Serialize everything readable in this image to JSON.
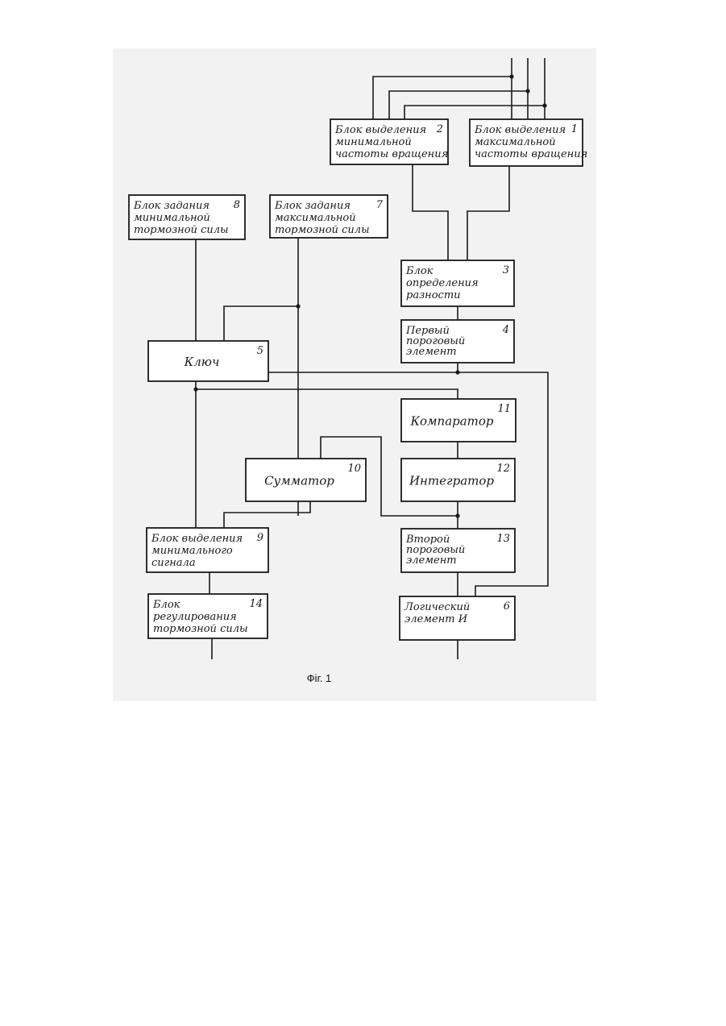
{
  "figure": {
    "caption": "Фіг. 1"
  },
  "blocks": [
    {
      "id": "b1",
      "number": "1",
      "lines": [
        "Блок выделения",
        "максимальной",
        "частоты вращения"
      ]
    },
    {
      "id": "b2",
      "number": "2",
      "lines": [
        "Блок выделения",
        "минимальной",
        "частоты вращения"
      ]
    },
    {
      "id": "b3",
      "number": "3",
      "lines": [
        "Блок",
        "определения",
        "разности"
      ]
    },
    {
      "id": "b4",
      "number": "4",
      "lines": [
        "Первый",
        "пороговый",
        "элемент"
      ]
    },
    {
      "id": "b5",
      "number": "5",
      "lines": [
        "Ключ"
      ]
    },
    {
      "id": "b6",
      "number": "6",
      "lines": [
        "Логический",
        "элемент   И"
      ]
    },
    {
      "id": "b7",
      "number": "7",
      "lines": [
        "Блок задания",
        "максимальной",
        "тормозной силы"
      ]
    },
    {
      "id": "b8",
      "number": "8",
      "lines": [
        "Блок задания",
        "минимальной",
        "тормозной силы"
      ]
    },
    {
      "id": "b9",
      "number": "9",
      "lines": [
        "Блок выделения",
        "минимального",
        "сигнала"
      ]
    },
    {
      "id": "b10",
      "number": "10",
      "lines": [
        "Сумматор"
      ]
    },
    {
      "id": "b11",
      "number": "11",
      "lines": [
        "Компаратор"
      ]
    },
    {
      "id": "b12",
      "number": "12",
      "lines": [
        "Интегратор"
      ]
    },
    {
      "id": "b13",
      "number": "13",
      "lines": [
        "Второй",
        "пороговый",
        "элемент"
      ]
    },
    {
      "id": "b14",
      "number": "14",
      "lines": [
        "Блок",
        "регулирования",
        "тормозной силы"
      ]
    }
  ]
}
